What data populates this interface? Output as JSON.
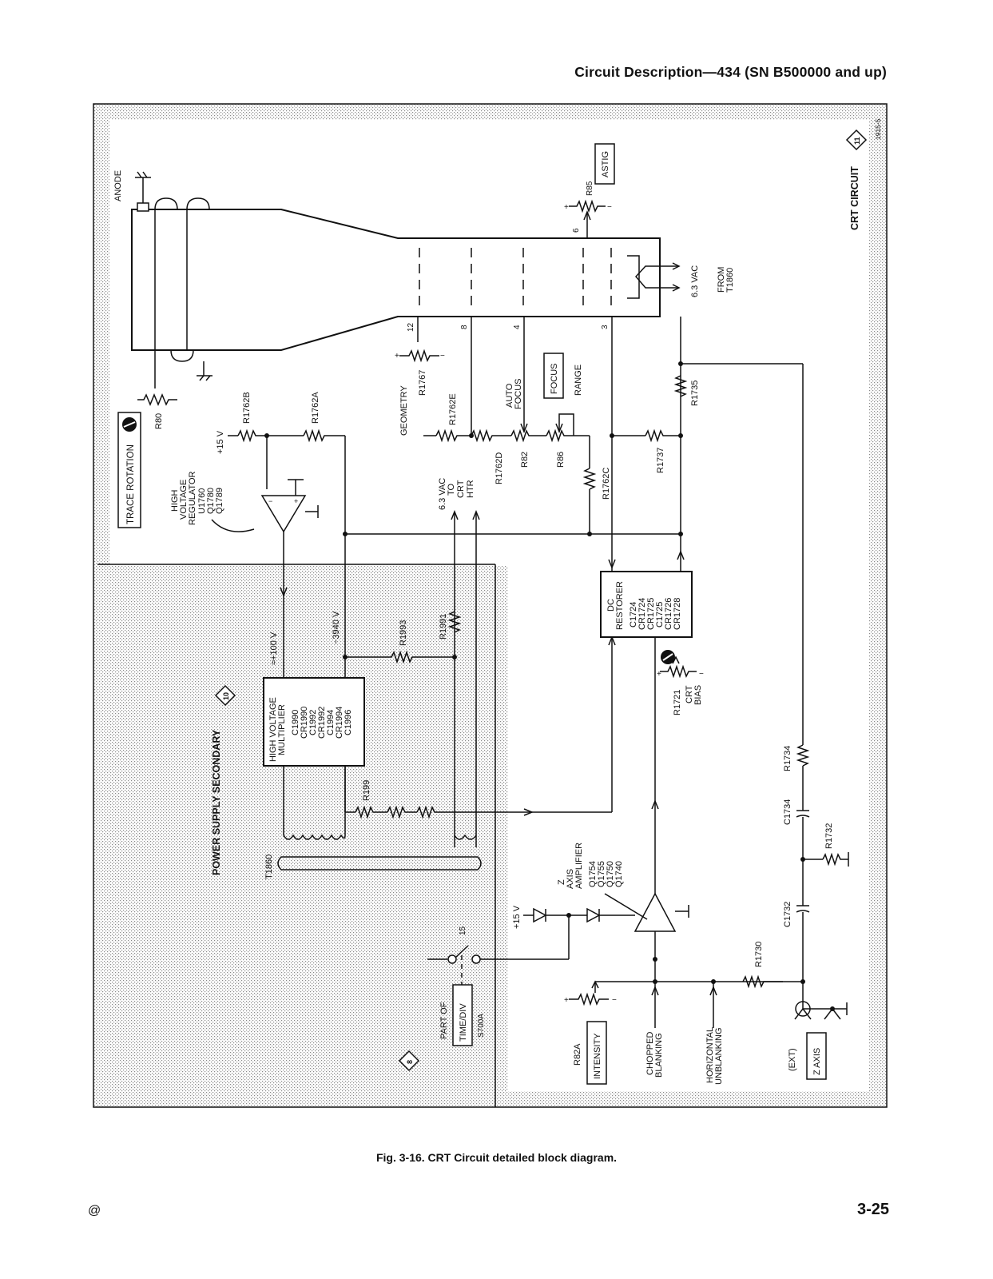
{
  "header": {
    "title": "Circuit Description—434 (SN B500000 and up)"
  },
  "figure": {
    "caption": "Fig. 3-16.  CRT Circuit detailed block diagram.",
    "figure_code": "1915-5",
    "sections": {
      "crt_circuit": {
        "label": "CRT CIRCUIT",
        "number": "11"
      },
      "power_supply": {
        "label": "POWER SUPPLY SECONDARY",
        "number": "10"
      },
      "timebase": {
        "number": "8"
      }
    },
    "labels": {
      "anode": "ANODE",
      "r80": "R80",
      "trace_rotation": "TRACE ROTATION",
      "r1762b": "R1762B",
      "r1762a": "R1762A",
      "plus15v": "+15 V",
      "hv_reg_1": "HIGH",
      "hv_reg_2": "VOLTAGE",
      "hv_reg_3": "REGULATOR",
      "u1760": "U1760",
      "q1780": "Q1780",
      "q1789": "Q1789",
      "geometry": "GEOMETRY",
      "r1767": "R1767",
      "r1762e": "R1762E",
      "auto": "AUTO",
      "focus": "FOCUS",
      "focus_box": "FOCUS",
      "range": "RANGE",
      "r1762d": "R1762D",
      "r82": "R82",
      "r86": "R86",
      "r1762c": "R1762C",
      "r1737": "R1737",
      "r1735": "R1735",
      "htr_1": "6.3 VAC",
      "htr_2": "TO",
      "htr_3": "CRT",
      "htr_4": "HTR",
      "vac63": "6.3 VAC",
      "from": "FROM",
      "t1860_from": "T1860",
      "r85": "R85",
      "astig": "ASTIG",
      "pin12": "12",
      "pin8": "8",
      "pin4": "4",
      "pin3": "3",
      "pin6": "6",
      "dc_1": "DC",
      "dc_2": "RESTORER",
      "c1724": "C1724",
      "cr1724": "CR1724",
      "cr1725": "CR1725",
      "c1725": "C1725",
      "cr1726": "CR1726",
      "cr1728": "CR1728",
      "r1721": "R1721",
      "crt": "CRT",
      "bias": "BIAS",
      "v100": "≈+100 V",
      "v3940": "−3940 V",
      "r1993": "R1993",
      "r1991": "R1991",
      "hvm_1": "HIGH VOLTAGE",
      "hvm_2": "MULTIPLIER",
      "c1990": "C1990",
      "cr1990": "CR1990",
      "c1992": "C1992",
      "cr1992": "CR1992",
      "c1994": "C1994",
      "cr1994": "CR1994",
      "c1996": "C1996",
      "r199": "R199",
      "t1860": "T1860",
      "z_1": "Z",
      "z_2": "AXIS",
      "z_3": "AMPLIFIER",
      "q1754": "Q1754",
      "q1755": "Q1755",
      "q1750": "Q1750",
      "q1740": "Q1740",
      "r1734": "R1734",
      "c1734": "C1734",
      "r1732": "R1732",
      "c1732": "C1732",
      "r1730": "R1730",
      "pin15": "15",
      "part_of": "PART OF",
      "time_div": "TIME/DIV",
      "s700a": "S700A",
      "r82a": "R82A",
      "intensity": "INTENSITY",
      "chopped": "CHOPPED",
      "blanking": "BLANKING",
      "horizontal": "HORIZONTAL",
      "unblanking": "UNBLANKING",
      "ext": "(EXT)",
      "z_axis": "Z AXIS",
      "plus": "+",
      "minus": "−"
    }
  },
  "footer": {
    "left": "@",
    "page": "3-25"
  }
}
